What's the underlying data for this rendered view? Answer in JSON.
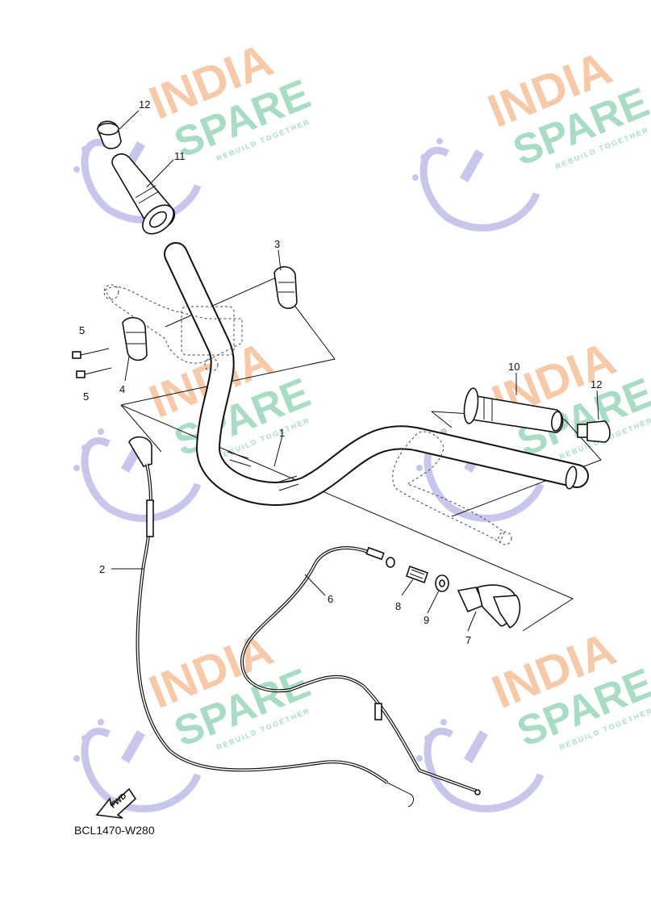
{
  "watermark": {
    "line1": "INDIA",
    "line2": "SPARE",
    "tagline": "REBUILD TOGETHER",
    "colors": {
      "india": "#f6c9a8",
      "spare": "#a9dcc4",
      "icon": "#c8c6ea"
    }
  },
  "callouts": [
    {
      "id": "c1",
      "text": "1"
    },
    {
      "id": "c2",
      "text": "2"
    },
    {
      "id": "c3",
      "text": "3"
    },
    {
      "id": "c4",
      "text": "4"
    },
    {
      "id": "c5a",
      "text": "5"
    },
    {
      "id": "c5b",
      "text": "5"
    },
    {
      "id": "c6",
      "text": "6"
    },
    {
      "id": "c7",
      "text": "7"
    },
    {
      "id": "c8",
      "text": "8"
    },
    {
      "id": "c9",
      "text": "9"
    },
    {
      "id": "c10",
      "text": "10"
    },
    {
      "id": "c11",
      "text": "11"
    },
    {
      "id": "c12a",
      "text": "12"
    },
    {
      "id": "c12b",
      "text": "12"
    }
  ],
  "fwd_label": "FWD",
  "diagram_code": "BCL1470-W280",
  "icons": [
    "wrench-icon",
    "fwd-arrow-icon"
  ]
}
